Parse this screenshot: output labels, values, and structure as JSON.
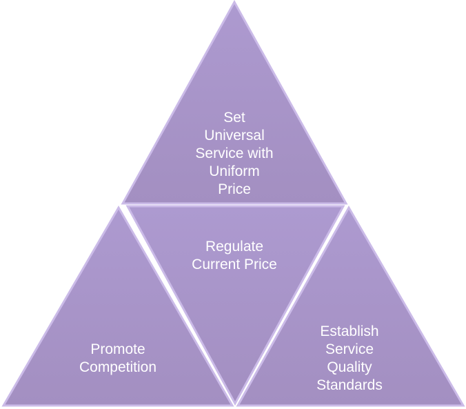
{
  "diagram": {
    "fill_color": "#a692c4",
    "edge_color": "#c9b8e6",
    "triangles": [
      {
        "id": "top",
        "lines": [
          "Set",
          "Universal",
          "Service with",
          "Uniform",
          "Price"
        ]
      },
      {
        "id": "center",
        "lines": [
          "Regulate",
          "Current Price"
        ]
      },
      {
        "id": "left",
        "lines": [
          "Promote",
          "Competition"
        ]
      },
      {
        "id": "right",
        "lines": [
          "Establish",
          "Service",
          "Quality",
          "Standards"
        ]
      }
    ]
  }
}
